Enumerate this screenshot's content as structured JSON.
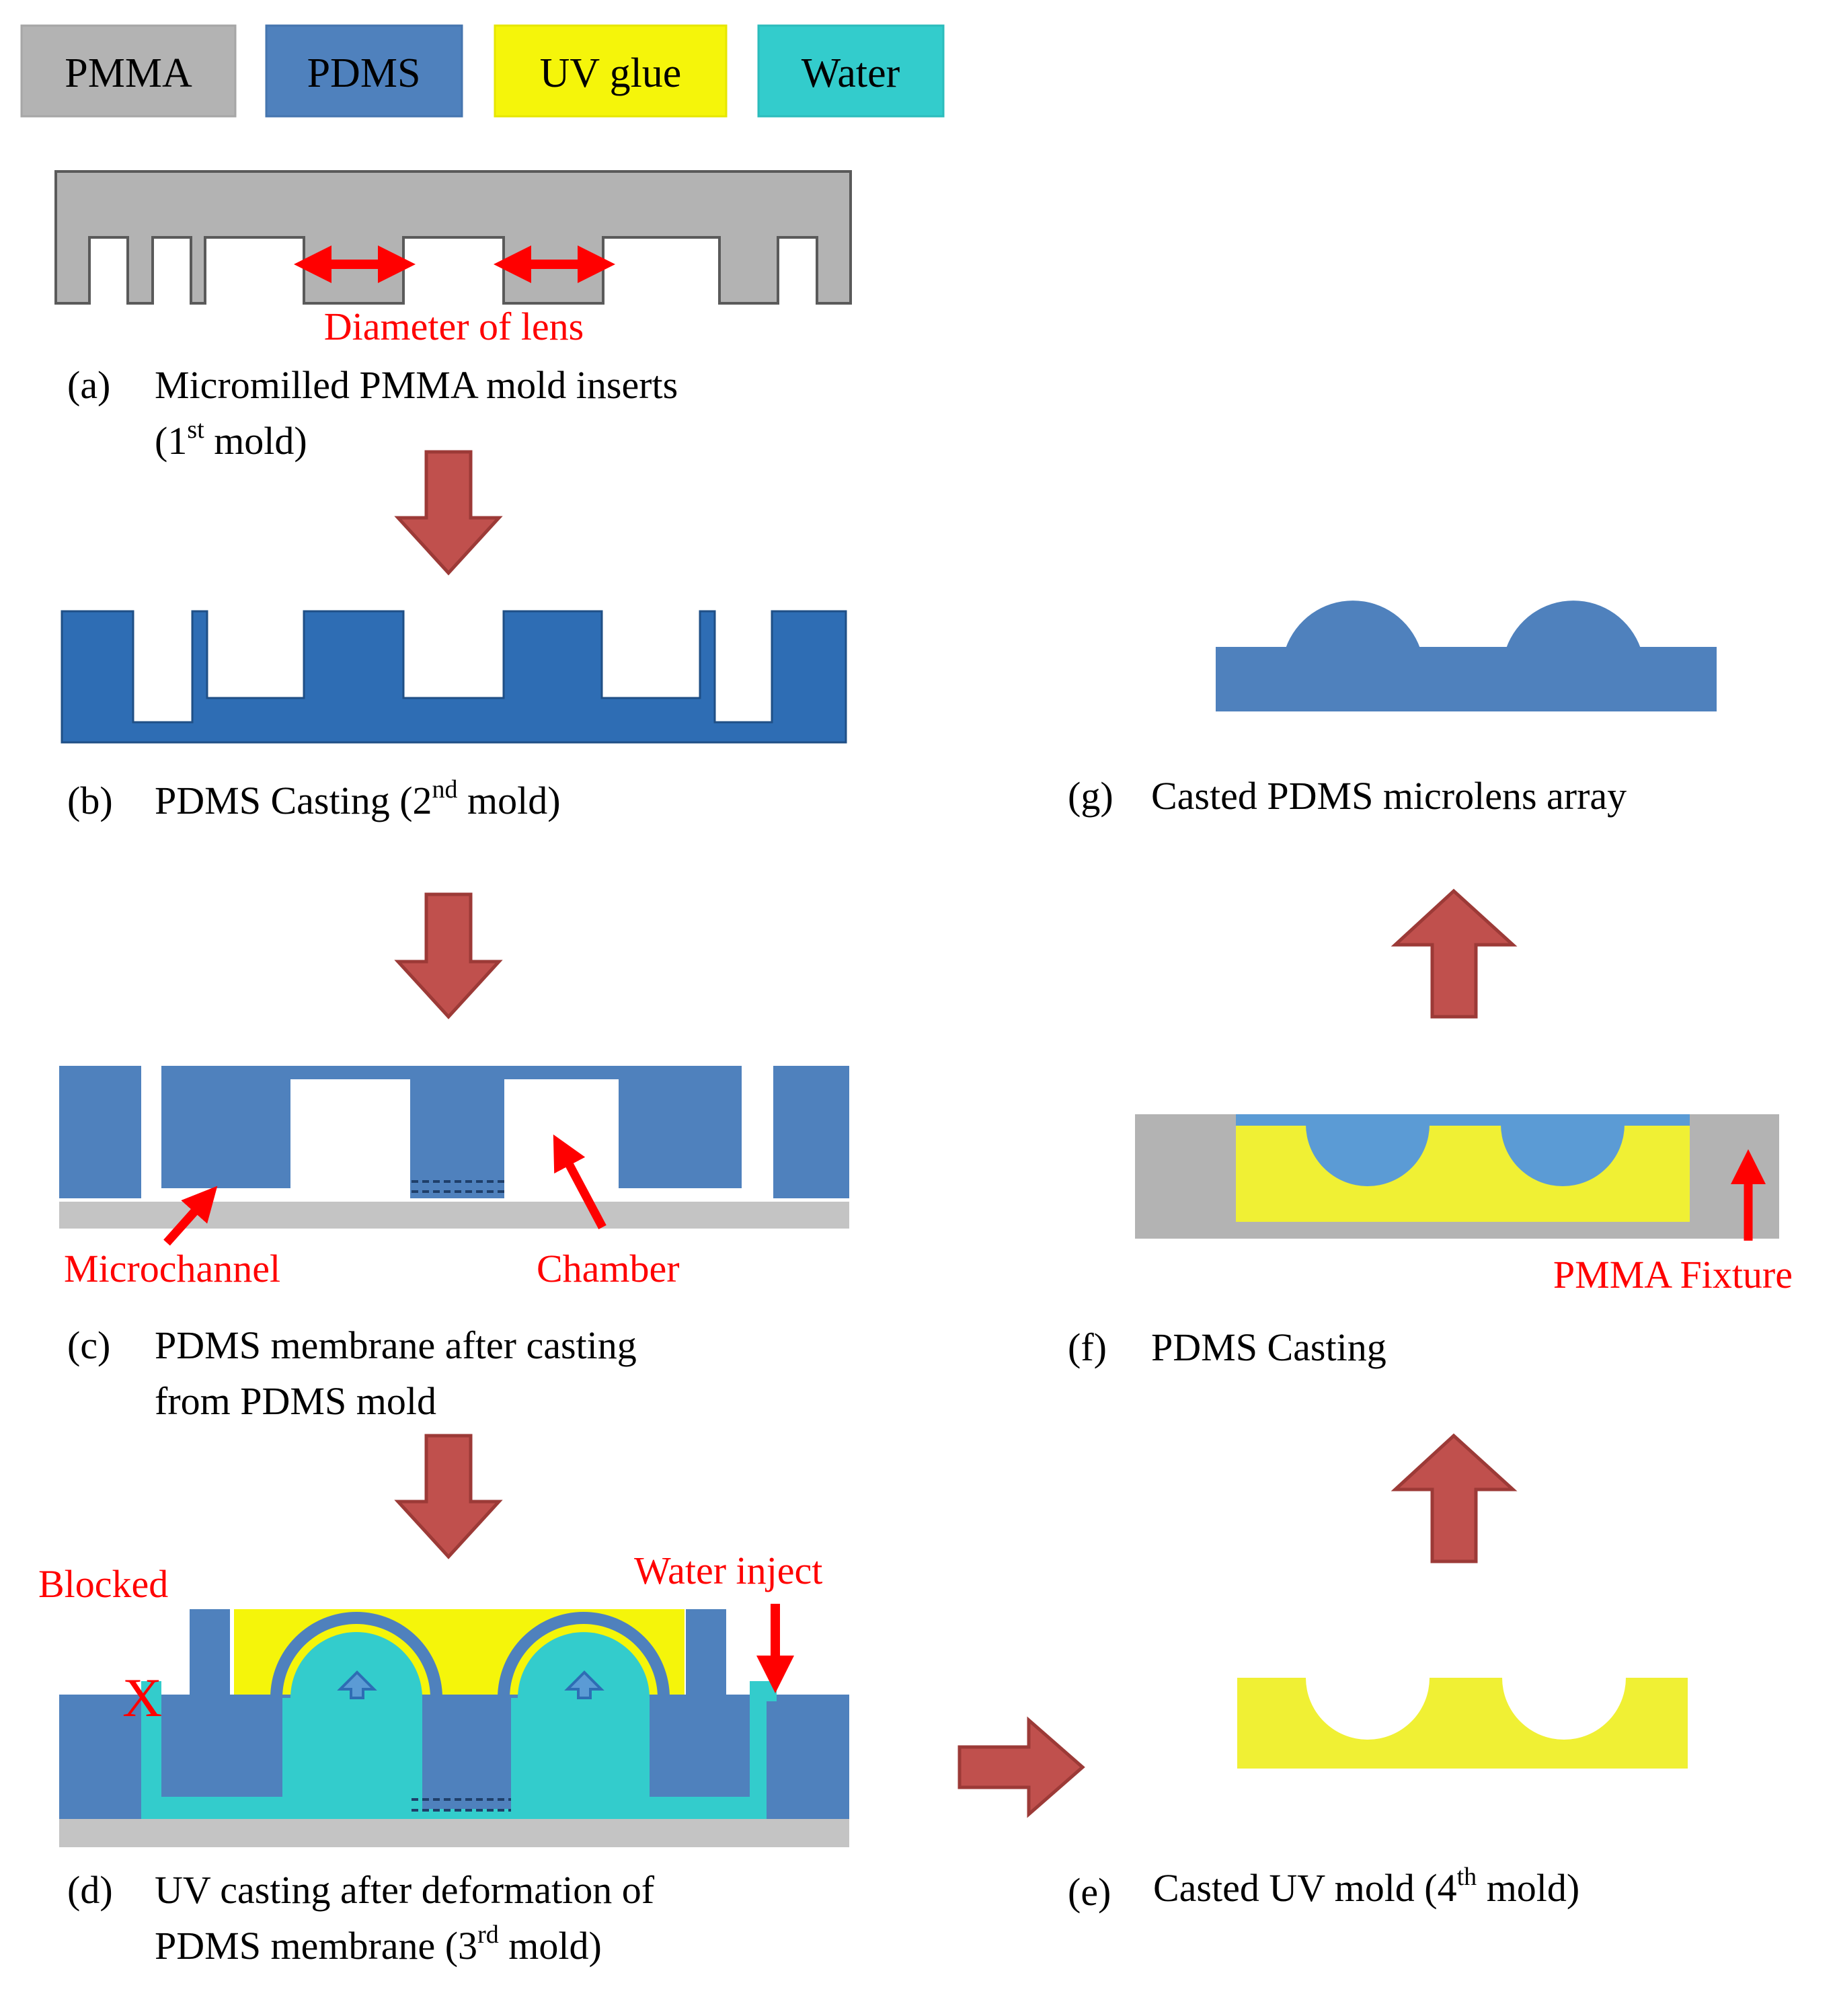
{
  "legend": {
    "pmma": "PMMA",
    "pdms": "PDMS",
    "uv_glue": "UV glue",
    "water": "Water"
  },
  "colors": {
    "pmma": "#b3b3b3",
    "pdms": "#4f81bd",
    "pdms_dark": "#2e6db4",
    "uv_glue": "#f5f50a",
    "water": "#33cccc",
    "lens_blue": "#5b9bd5",
    "substrate": "#c4c4c4",
    "annotation_red": "#ff0000",
    "process_arrow": "#c0504d",
    "process_arrow_edge": "#9c3a37"
  },
  "steps": {
    "a": {
      "letter": "(a)",
      "line1": "Micromilled PMMA mold inserts",
      "line2_pre": "(1",
      "line2_sup": "st",
      "line2_post": " mold)",
      "annotation": "Diameter of lens"
    },
    "b": {
      "letter": "(b)",
      "pre": "PDMS Casting (2",
      "sup": "nd",
      "post": " mold)"
    },
    "c": {
      "letter": "(c)",
      "line1": "PDMS membrane after casting",
      "line2": "from PDMS mold",
      "annotation_left": "Microchannel",
      "annotation_right": "Chamber"
    },
    "d": {
      "letter": "(d)",
      "line1": "UV casting after deformation of",
      "line2_pre": "PDMS membrane (3",
      "line2_sup": "rd",
      "line2_post": " mold)",
      "annotation_blocked": "Blocked",
      "annotation_inject": "Water inject",
      "blocked_mark": "X"
    },
    "e": {
      "letter": "(e)",
      "pre": "Casted UV mold (4",
      "sup": "th",
      "post": " mold)"
    },
    "f": {
      "letter": "(f)",
      "label": "PDMS Casting",
      "annotation": "PMMA Fixture"
    },
    "g": {
      "letter": "(g)",
      "label": "Casted PDMS microlens array"
    }
  }
}
